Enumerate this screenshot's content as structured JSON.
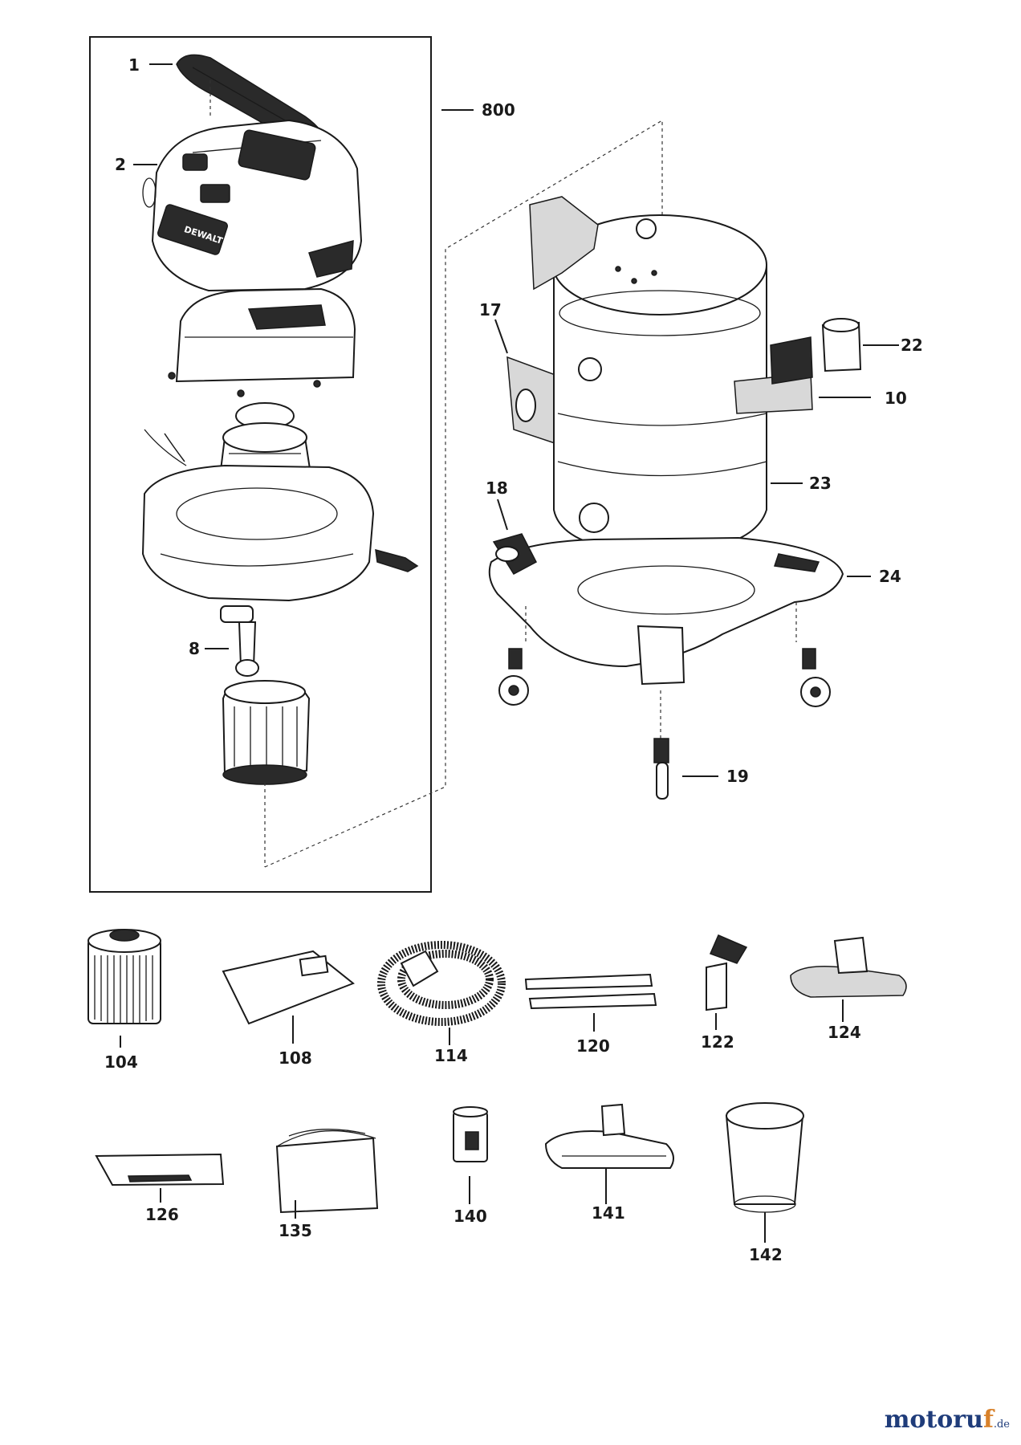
{
  "callouts": {
    "c1": "1",
    "c2": "2",
    "c800": "800",
    "c8": "8",
    "c17": "17",
    "c22": "22",
    "c10": "10",
    "c23": "23",
    "c18": "18",
    "c24": "24",
    "c19": "19",
    "c104": "104",
    "c108": "108",
    "c114": "114",
    "c120": "120",
    "c122": "122",
    "c124": "124",
    "c126": "126",
    "c135": "135",
    "c140": "140",
    "c141": "141",
    "c142": "142"
  },
  "brand_text": "DEWALT",
  "watermark": {
    "main": "motoru",
    "accent": "f",
    "suffix": ".de"
  }
}
